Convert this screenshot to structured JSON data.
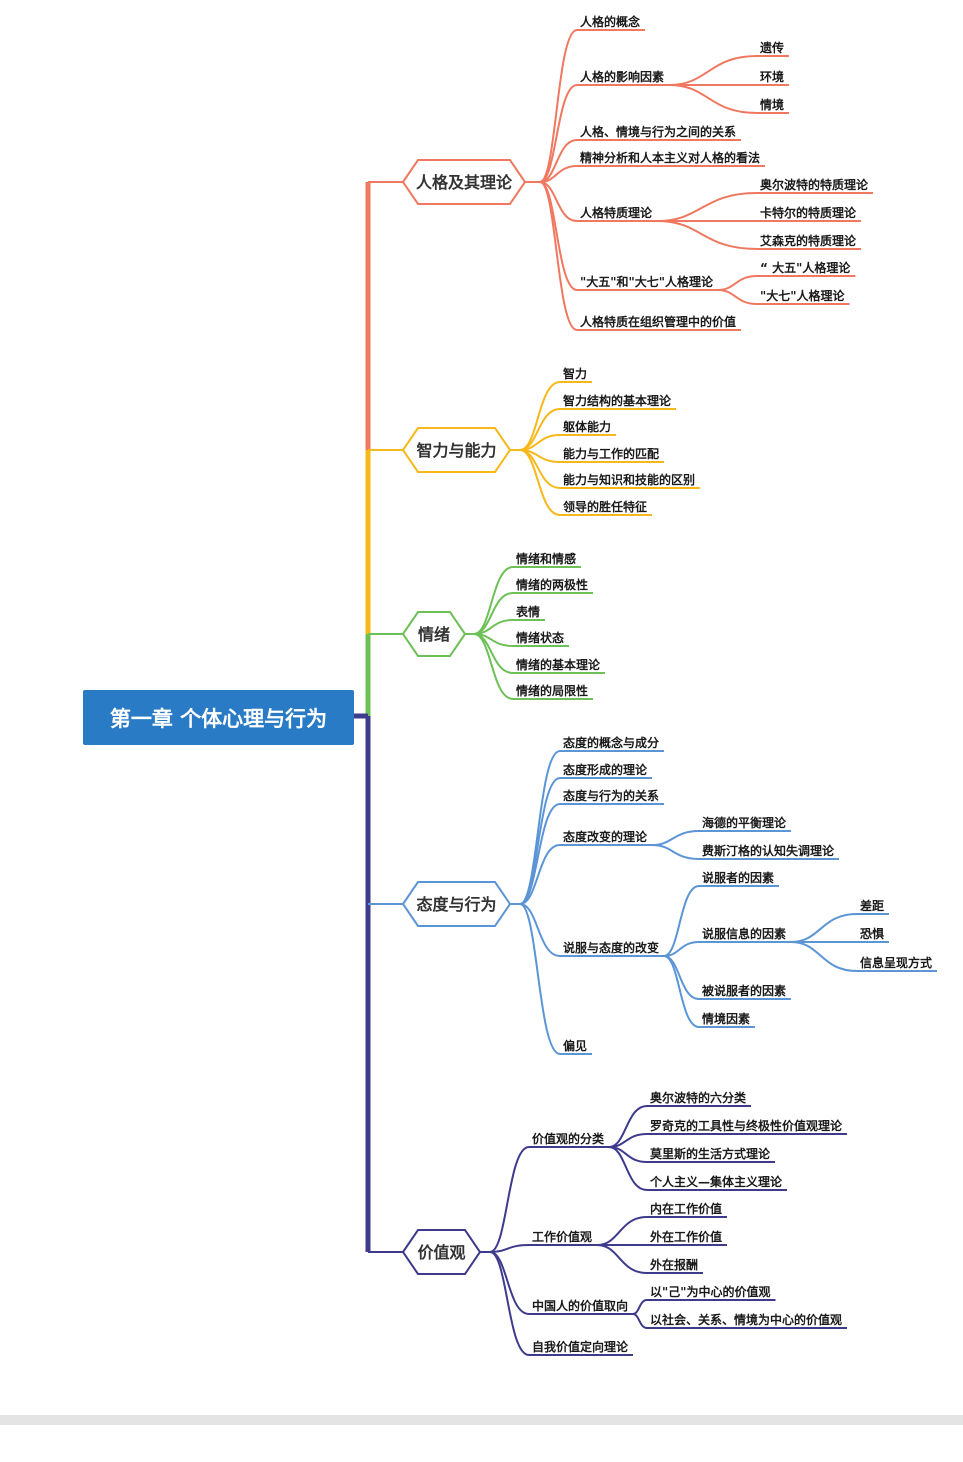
{
  "root": "第一章 个体心理与行为",
  "colors": {
    "root_fill": "#2a7bc5",
    "branch_1": "#f07860",
    "branch_2": "#f6b81a",
    "branch_3": "#6cc055",
    "branch_4": "#5b95d6",
    "branch_5": "#3e3a8c"
  },
  "branches": [
    {
      "label": "人格及其理论",
      "color": "#f07860",
      "children": [
        {
          "label": "人格的概念"
        },
        {
          "label": "人格的影响因素",
          "children": [
            {
              "label": "遗传"
            },
            {
              "label": "环境"
            },
            {
              "label": "情境"
            }
          ]
        },
        {
          "label": "人格、情境与行为之间的关系"
        },
        {
          "label": "精神分析和人本主义对人格的看法"
        },
        {
          "label": "人格特质理论",
          "children": [
            {
              "label": "奥尔波特的特质理论"
            },
            {
              "label": "卡特尔的特质理论"
            },
            {
              "label": "艾森克的特质理论"
            }
          ]
        },
        {
          "label": "\"大五\"和\"大七\"人格理论",
          "children": [
            {
              "label": "“ 大五\"人格理论"
            },
            {
              "label": "\"大七\"人格理论"
            }
          ]
        },
        {
          "label": "人格特质在组织管理中的价值"
        }
      ]
    },
    {
      "label": "智力与能力",
      "color": "#f6b81a",
      "children": [
        {
          "label": "智力"
        },
        {
          "label": "智力结构的基本理论"
        },
        {
          "label": "躯体能力"
        },
        {
          "label": "能力与工作的匹配"
        },
        {
          "label": "能力与知识和技能的区别"
        },
        {
          "label": "领导的胜任特征"
        }
      ]
    },
    {
      "label": "情绪",
      "color": "#6cc055",
      "children": [
        {
          "label": "情绪和情感"
        },
        {
          "label": "情绪的两极性"
        },
        {
          "label": "表情"
        },
        {
          "label": "情绪状态"
        },
        {
          "label": "情绪的基本理论"
        },
        {
          "label": "情绪的局限性"
        }
      ]
    },
    {
      "label": "态度与行为",
      "color": "#5b95d6",
      "children": [
        {
          "label": "态度的概念与成分"
        },
        {
          "label": "态度形成的理论"
        },
        {
          "label": "态度与行为的关系"
        },
        {
          "label": "态度改变的理论",
          "children": [
            {
              "label": "海德的平衡理论"
            },
            {
              "label": "费斯汀格的认知失调理论"
            }
          ]
        },
        {
          "label": "说服与态度的改变",
          "children": [
            {
              "label": "说服者的因素"
            },
            {
              "label": "说服信息的因素",
              "children": [
                {
                  "label": "差距"
                },
                {
                  "label": "恐惧"
                },
                {
                  "label": "信息呈现方式"
                }
              ]
            },
            {
              "label": "被说服者的因素"
            },
            {
              "label": "情境因素"
            }
          ]
        },
        {
          "label": "偏见"
        }
      ]
    },
    {
      "label": "价值观",
      "color": "#3e3a8c",
      "children": [
        {
          "label": "价值观的分类",
          "children": [
            {
              "label": "奥尔波特的六分类"
            },
            {
              "label": "罗奇克的工具性与终极性价值观理论"
            },
            {
              "label": "莫里斯的生活方式理论"
            },
            {
              "label": "个人主义—集体主义理论"
            }
          ]
        },
        {
          "label": "工作价值观",
          "children": [
            {
              "label": "内在工作价值"
            },
            {
              "label": "外在工作价值"
            },
            {
              "label": "外在报酬"
            }
          ]
        },
        {
          "label": "中国人的价值取向",
          "children": [
            {
              "label": "以\"己\"为中心的价值观"
            },
            {
              "label": "以社会、关系、情境为中心的价值观"
            }
          ]
        },
        {
          "label": "自我价值定向理论"
        }
      ]
    }
  ]
}
